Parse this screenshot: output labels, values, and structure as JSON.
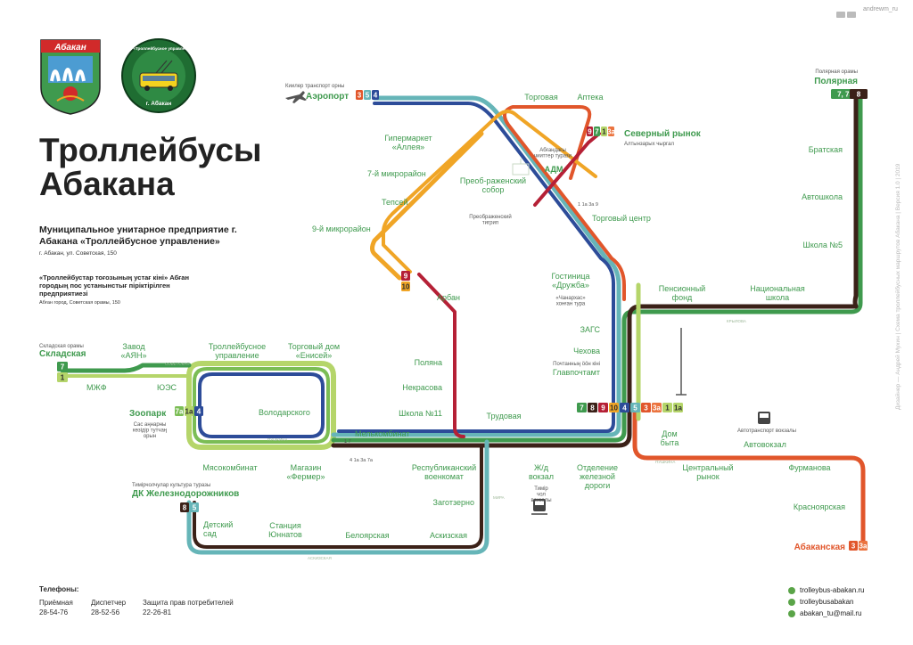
{
  "title": {
    "line1": "Троллейбусы",
    "line2": "Абакана"
  },
  "org": {
    "name": "Муниципальное унитарное предприятие г. Абакана «Троллейбусное управление»",
    "address": "г. Абакан, ул. Советская, 150",
    "name_kh": "«Троллейбустар тоғозының устағ кінi» Абған городың пос устанынстығ пірiктiрiлген предприятиезi",
    "address_kh": "Абған город, Советская орамы, 150"
  },
  "logos": {
    "city_label": "Абакан",
    "emblem_top": "МУП «Троллейбусное управление»",
    "emblem_bottom": "г. Абакан"
  },
  "phones": {
    "title": "Телефоны:",
    "items": [
      {
        "label": "Приёмная",
        "number": "28-54-76"
      },
      {
        "label": "Диспетчер",
        "number": "28-52-56"
      },
      {
        "label": "Защита прав потребителей",
        "number": "22-26-81"
      }
    ]
  },
  "contacts": {
    "site": "trolleybus-abakan.ru",
    "vk": "trolleybusabakan",
    "mail": "abakan_tu@mail.ru"
  },
  "top_url": "andrewm_ru",
  "credit": "Дизайнер — Андрей Мухин | Схема троллейбусных маршрутов Абакана | Версия 1.0 | 2019",
  "colors": {
    "r1": "#b5d56a",
    "r3": "#e1562b",
    "r4": "#2d4c99",
    "r5": "#66b5b8",
    "r7": "#3f9a4e",
    "r8": "#3b2118",
    "r9": "#b52036",
    "r10": "#f0a526",
    "r7a": "#7bbd55",
    "r3a": "#eb7440"
  },
  "stops": {
    "aeroport": "Аэропорт",
    "aeroport_kh": "Киилер транспорт орны",
    "gipermarket": "Гипермаркет «Аллея»",
    "torgovaya": "Торговая",
    "apteka": "Аптека",
    "severny": "Северный рынок",
    "severny_kh": "Алтынзарых чыргал",
    "adm": "АДМ",
    "adm_kh": "Абғандағы чииттер турази",
    "mkr7": "7-й микрорайон",
    "tepsey": "Тепсей",
    "sobor": "Преоб-раженский собор",
    "sobor_kh": "Преображенский тигрип",
    "mkr9": "9-й микрорайон",
    "tc": "Торговый центр",
    "gostinitsa": "Гостиница «Дружба»",
    "gostinitsa_kh": "«Чанархас» хонған тура",
    "arban": "Арбан",
    "polyarnaya_kh": "Полярная орамы",
    "polyarnaya": "Полярная",
    "bratskaya": "Братская",
    "avtoshkola": "Автошкола",
    "shkola5": "Школа №5",
    "pension": "Пенсионный фонд",
    "natsshkola": "Национальная школа",
    "skladskaya_kh": "Складская орамы",
    "skladskaya": "Складская",
    "ayan": "Завод «АЯН»",
    "trolley_upr": "Троллейбусное управление",
    "eniseyi": "Торговый дом «Енисей»",
    "zags": "ЗАГС",
    "chekhova": "Чехова",
    "mzhf": "МЖФ",
    "yues": "ЮЭС",
    "polyana": "Поляна",
    "nekrasova": "Некрасова",
    "glavpochtamt": "Главпочтамт",
    "glavpochtamt_kh": "Почтанның ööн кінi",
    "zoopark": "Зоопарк",
    "zoopark_kh": "Сас аңнарны көзідiр тутчаң орын",
    "volodarskogo": "Володарского",
    "shkola11": "Школа №11",
    "trudovaya": "Трудовая",
    "melkombinat": "Мелькомбинат",
    "dom_byta": "Дом быта",
    "avtovokzal_kh": "Автотранспорт вокзалы",
    "avtovokzal": "Автовокзал",
    "myasokombinat": "Мясокомбинат",
    "fermer": "Магазин «Фермер»",
    "resp_voenkomat": "Республиканский военкомат",
    "zd_vokzal": "Ж/д вокзал",
    "zd_vokzal_kh": "Тимір чол вокзалы",
    "otdelenie": "Отделение железной дороги",
    "tsentr_rynok": "Центральный рынок",
    "furmanova": "Фурманова",
    "dk_kh": "Тимірчолчулар культура туразы",
    "dk": "ДК Железнодорожников",
    "zagotzerno": "Заготзерно",
    "krasnoyarskaya": "Красноярская",
    "detsky_sad": "Детский сад",
    "stantsiya": "Станция Юннатов",
    "beloyarskaya": "Белоярская",
    "askizskaya": "Аскизская",
    "abakanskaya": "Абаканская"
  },
  "badges": {
    "aeroport": [
      "3",
      "5",
      "4"
    ],
    "severny": [
      "9",
      "7",
      "1",
      "3а"
    ],
    "polyarnaya": [
      "7, 7а",
      "8"
    ],
    "skladskaya": [
      "7",
      "1"
    ],
    "zoopark": [
      "7а",
      "1а",
      "4"
    ],
    "arban": [
      "9",
      "10"
    ],
    "glavhub": [
      "7",
      "8",
      "9",
      "10",
      "4",
      "5",
      "3",
      "3а",
      "1",
      "1а"
    ],
    "dk": [
      "8",
      "5"
    ],
    "abakanskaya": [
      "3",
      "3а"
    ]
  },
  "small": {
    "sev_note": "1 1а 3а 9",
    "mel_note": "1 7",
    "fermer_note": "4 1а 3а 7а"
  },
  "streets": {
    "sovetskaya": "СОВЕТСКАЯ",
    "pushkina": "ПУШКИНА",
    "krylova": "КРЫЛОВА",
    "askizskaya": "АСКИЗСКАЯ",
    "stroiteley": "СТРОИТЕЛЕЙ",
    "mira": "МИРА",
    "shchetinkina": "ЩЕТИНКИНА"
  }
}
